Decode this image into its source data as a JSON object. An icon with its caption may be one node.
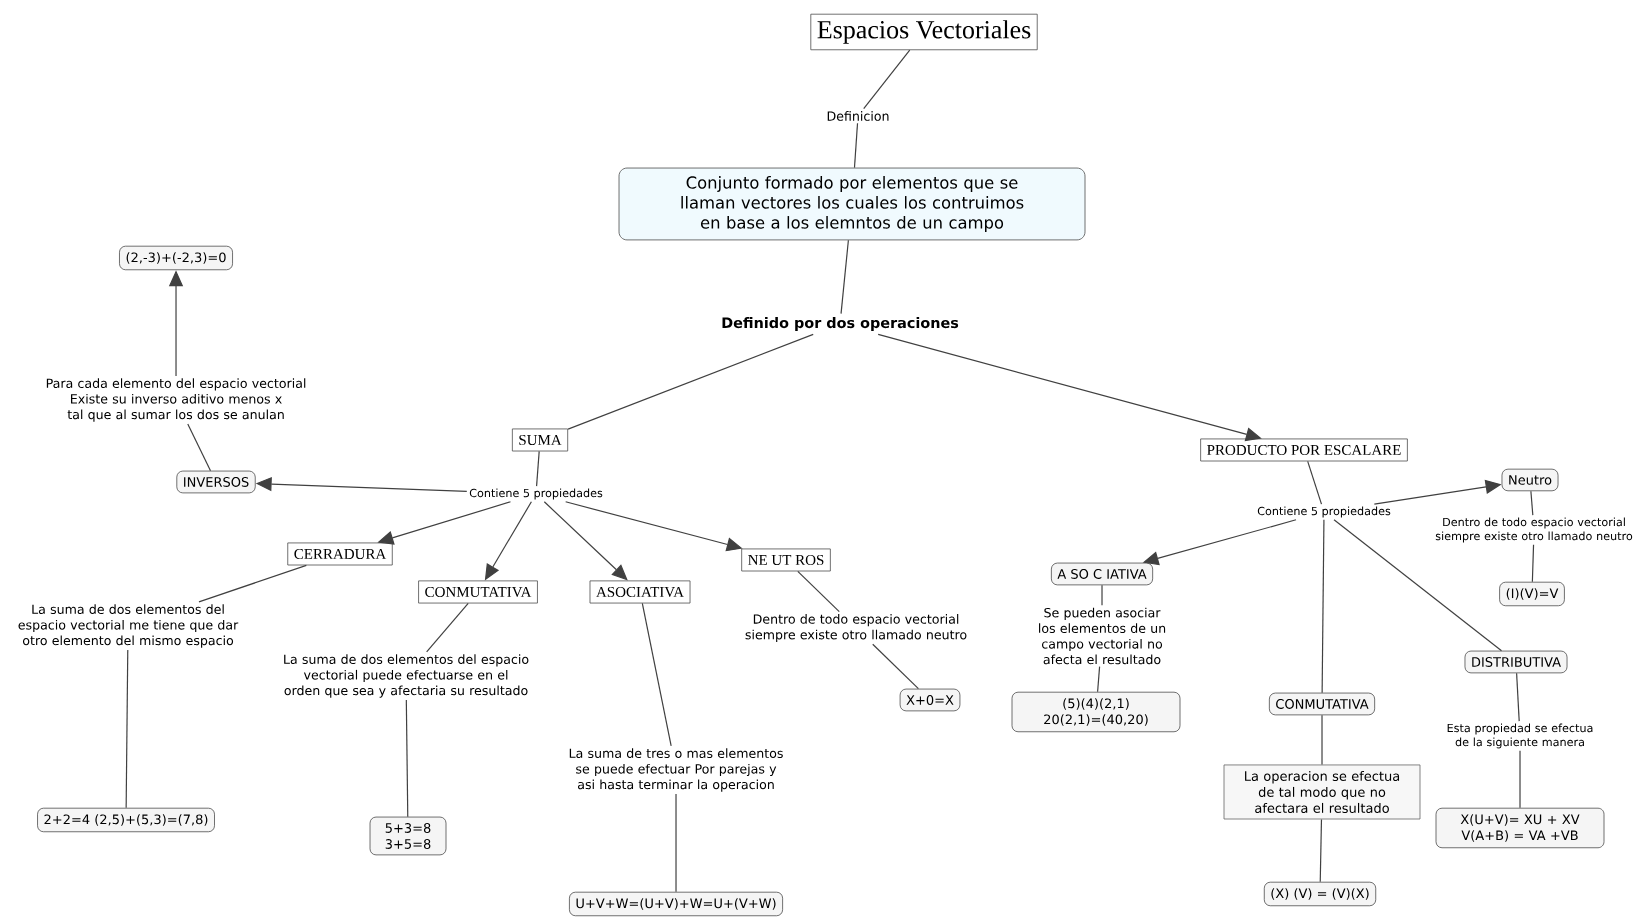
{
  "diagram": {
    "nodes": [
      {
        "text": [
          "Espacios Vectoriales"
        ]
      },
      {
        "text": [
          "Definicion"
        ]
      },
      {
        "text": [
          "Conjunto formado por elementos que se llaman vectores los cuales los contruimos en base a los elemntos de un campo"
        ]
      },
      {
        "text": [
          "Definido por dos operaciones"
        ]
      },
      {
        "text": [
          "SUMA"
        ]
      },
      {
        "text": [
          "PRODUCTO POR ESCALARE"
        ]
      },
      {
        "text": [
          "Contiene 5 propiedades"
        ]
      },
      {
        "text": [
          "INVERSOS"
        ]
      },
      {
        "text": [
          "Para cada elemento del espacio vectorial Existe su inverso aditivo menos x tal que al sumar los dos se anulan"
        ]
      },
      {
        "text": [
          "(2,-3)+(-2,3)=0"
        ]
      },
      {
        "text": [
          "CERRADURA"
        ]
      },
      {
        "text": [
          "CONMUTATIVA"
        ]
      },
      {
        "text": [
          "ASOCIATIVA"
        ]
      },
      {
        "text": [
          "NE UT ROS"
        ]
      },
      {
        "text": [
          "La suma de dos elementos del espacio vectorial me tiene que dar otro elemento del mismo espacio"
        ]
      },
      {
        "text": [
          "2+2=4 (2,5)+(5,3)=(7,8)"
        ]
      },
      {
        "text": [
          "La suma de dos elementos del espacio vectorial puede efectuarse en el orden que sea y afectaria su resultado"
        ]
      },
      {
        "text": [
          "5+3=8 3+5=8"
        ]
      },
      {
        "text": [
          "La suma de tres o mas elementos se puede efectuar Por parejas y asi hasta terminar la operacion"
        ]
      },
      {
        "text": [
          "U+V+W=(U+V)+W=U+(V+W)"
        ]
      },
      {
        "text": [
          "Dentro de todo espacio vectorial siempre existe otro llamado neutro"
        ]
      },
      {
        "text": [
          "X+0=X"
        ]
      },
      {
        "text": [
          "Contiene 5 propiedades"
        ]
      },
      {
        "text": [
          "Neutro"
        ]
      },
      {
        "text": [
          "Dentro de todo espacio vectorial siempre existe otro llamado neutro"
        ]
      },
      {
        "text": [
          "(I)(V)=V"
        ]
      },
      {
        "text": [
          "A SO C IATIVA"
        ]
      },
      {
        "text": [
          "Se pueden asociar los elementos de un campo vectorial no afecta el resultado"
        ]
      },
      {
        "text": [
          "(5)(4)(2,1) 20(2,1)=(40,20)"
        ]
      },
      {
        "text": [
          "DISTRIBUTIVA"
        ]
      },
      {
        "text": [
          "Esta propiedad se efectua de la siguiente manera"
        ]
      },
      {
        "text": [
          "X(U+V)= XU + XV V(A+B) = VA +VB"
        ]
      },
      {
        "text": [
          "CONMUTATIVA"
        ]
      },
      {
        "text": [
          "La operacion se efectua de tal modo que no afectara el resultado"
        ]
      },
      {
        "text": [
          "(X) (V) = (V)(X)"
        ]
      }
    ],
    "edges": [
      {
        "from": 0,
        "to": 1,
        "arrow": "none"
      },
      {
        "from": 1,
        "to": 2,
        "arrow": "none"
      },
      {
        "from": 2,
        "to": 3,
        "arrow": "none"
      },
      {
        "from": 3,
        "to": 4,
        "arrow": "none"
      },
      {
        "from": 3,
        "to": 5,
        "arrow": "to"
      },
      {
        "from": 4,
        "to": 6,
        "arrow": "none"
      },
      {
        "from": 6,
        "to": 7,
        "arrow": "to"
      },
      {
        "from": 6,
        "to": 10,
        "arrow": "to"
      },
      {
        "from": 6,
        "to": 11,
        "arrow": "to"
      },
      {
        "from": 6,
        "to": 12,
        "arrow": "to"
      },
      {
        "from": 6,
        "to": 13,
        "arrow": "to"
      },
      {
        "from": 7,
        "to": 8,
        "arrow": "none"
      },
      {
        "from": 8,
        "to": 9,
        "arrow": "to"
      },
      {
        "from": 10,
        "to": 14,
        "arrow": "none"
      },
      {
        "from": 14,
        "to": 15,
        "arrow": "none"
      },
      {
        "from": 11,
        "to": 16,
        "arrow": "none"
      },
      {
        "from": 16,
        "to": 17,
        "arrow": "none"
      },
      {
        "from": 12,
        "to": 18,
        "arrow": "none"
      },
      {
        "from": 18,
        "to": 19,
        "arrow": "none"
      },
      {
        "from": 13,
        "to": 20,
        "arrow": "none"
      },
      {
        "from": 20,
        "to": 21,
        "arrow": "none"
      },
      {
        "from": 5,
        "to": 22,
        "arrow": "none"
      },
      {
        "from": 22,
        "to": 23,
        "arrow": "to"
      },
      {
        "from": 22,
        "to": 26,
        "arrow": "to"
      },
      {
        "from": 22,
        "to": 32,
        "arrow": "none"
      },
      {
        "from": 22,
        "to": 29,
        "arrow": "none"
      },
      {
        "from": 23,
        "to": 24,
        "arrow": "none"
      },
      {
        "from": 24,
        "to": 25,
        "arrow": "none"
      },
      {
        "from": 26,
        "to": 27,
        "arrow": "none"
      },
      {
        "from": 27,
        "to": 28,
        "arrow": "none"
      },
      {
        "from": 29,
        "to": 30,
        "arrow": "none"
      },
      {
        "from": 30,
        "to": 31,
        "arrow": "none"
      },
      {
        "from": 32,
        "to": 33,
        "arrow": "none"
      },
      {
        "from": 33,
        "to": 34,
        "arrow": "none"
      }
    ]
  }
}
